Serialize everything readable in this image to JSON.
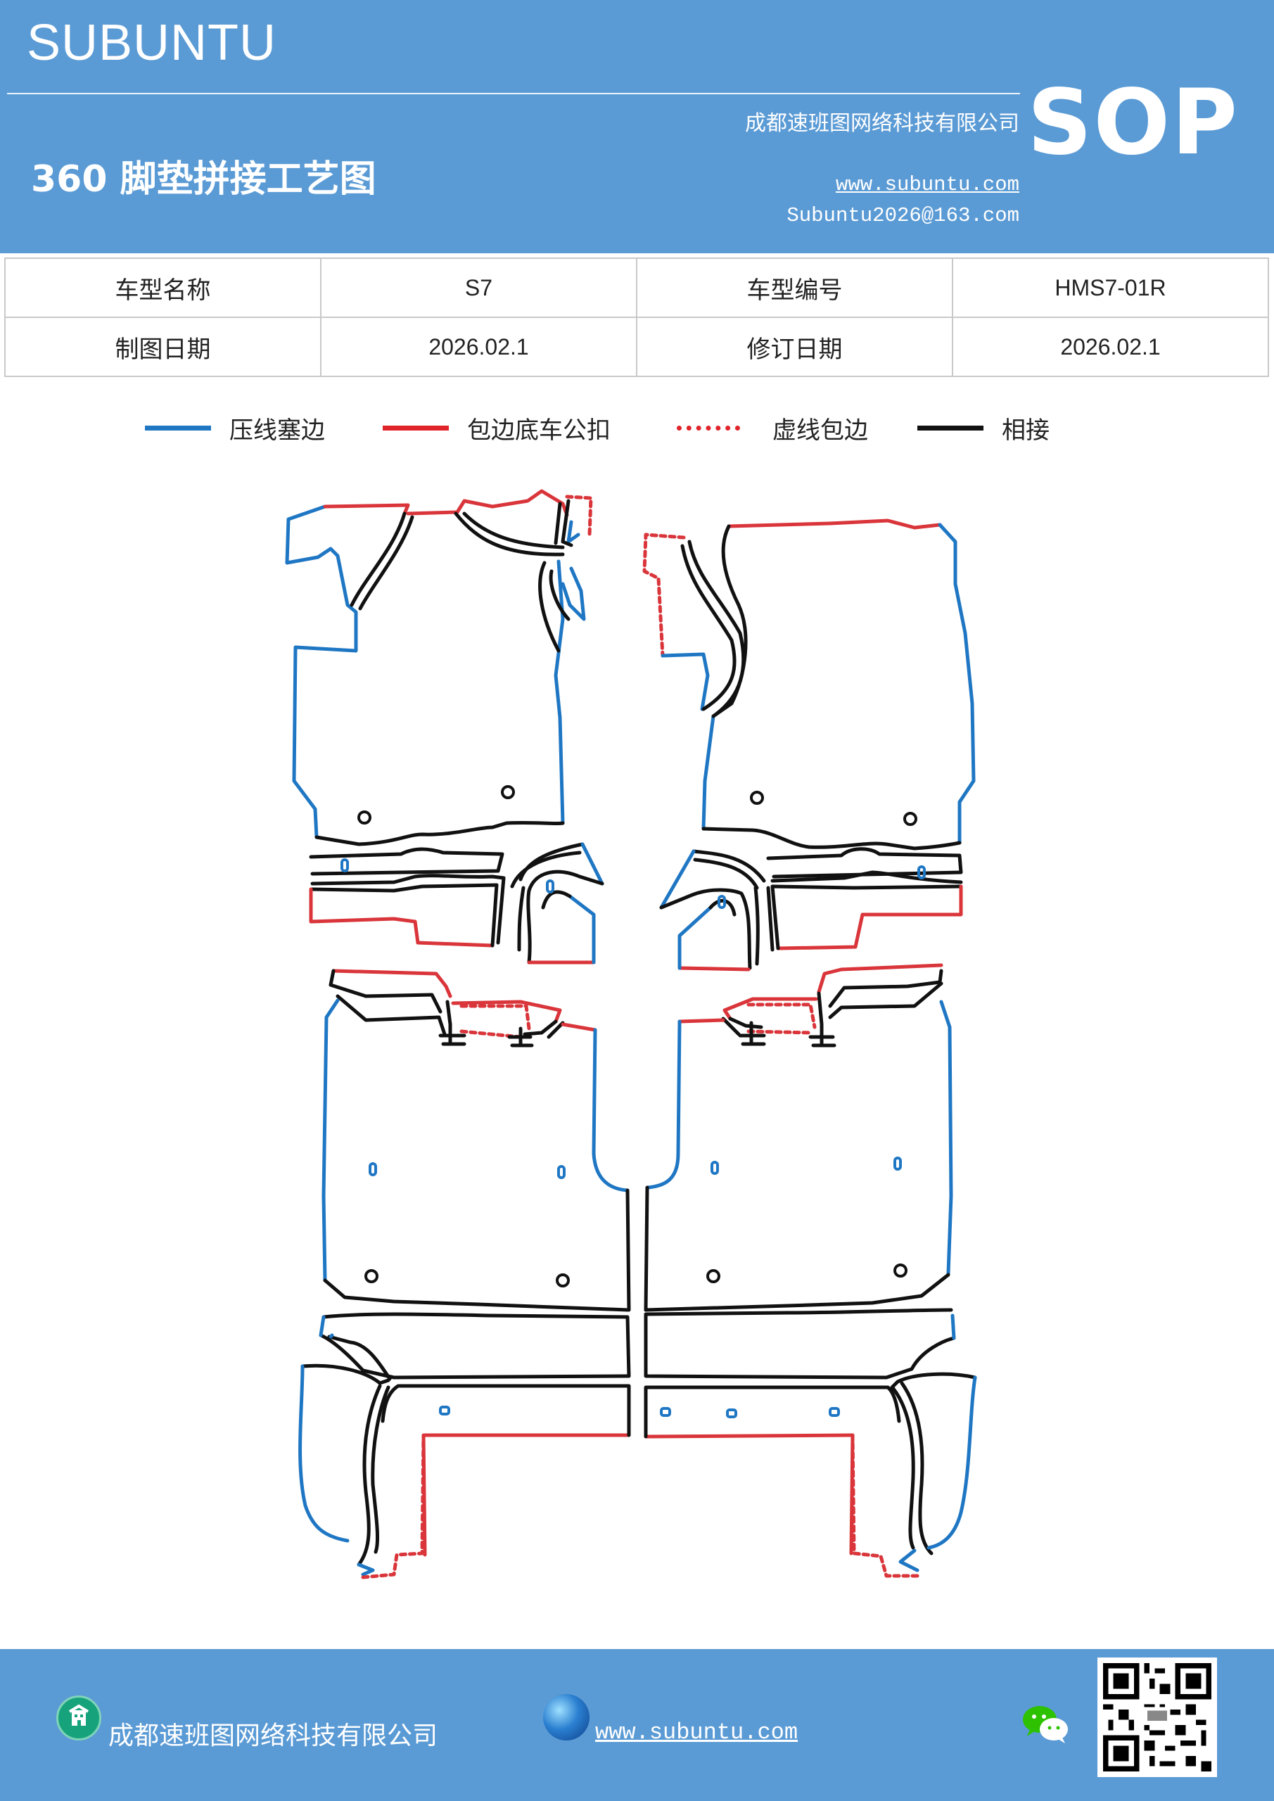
{
  "header": {
    "brand": "SUBUNTU",
    "company": "成都速班图网络科技有限公司",
    "title": "360 脚垫拼接工艺图",
    "website": "www.subuntu.com",
    "email": "Subuntu2026@163.com",
    "badge": "SOP"
  },
  "info_table": {
    "rows": [
      {
        "label1": "车型名称",
        "value1": "S7",
        "label2": "车型编号",
        "value2": "HMS7-01R"
      },
      {
        "label1": "制图日期",
        "value1": "2026.02.1",
        "label2": "修订日期",
        "value2": "2026.02.1"
      }
    ]
  },
  "legend": {
    "items": [
      {
        "label": "压线塞边",
        "color": "#1f77c4",
        "style": "solid"
      },
      {
        "label": "包边底车公扣",
        "color": "#e0242a",
        "style": "solid"
      },
      {
        "label": "虚线包边",
        "color": "#e0242a",
        "style": "dotted"
      },
      {
        "label": "相接",
        "color": "#111111",
        "style": "solid"
      }
    ]
  },
  "colors": {
    "header_bg": "#5b9bd5",
    "press_line": "#1f77c4",
    "edge_wrap": "#d9353a",
    "joint": "#111111"
  },
  "footer": {
    "company": "成都速班图网络科技有限公司",
    "website": "www.subuntu.com",
    "company_icon": "building-icon",
    "globe_icon": "globe-icon",
    "wechat_icon": "wechat-icon"
  }
}
